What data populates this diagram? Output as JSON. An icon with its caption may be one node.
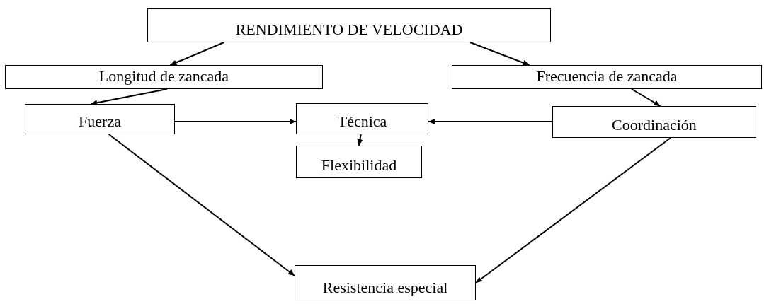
{
  "diagram": {
    "nodes": [
      {
        "text": [
          "RENDIMIENTO DE VELOCIDAD"
        ]
      },
      {
        "text": [
          "Longitud de zancada"
        ]
      },
      {
        "text": [
          "Frecuencia de zancada"
        ]
      },
      {
        "text": [
          "Fuerza"
        ]
      },
      {
        "text": [
          "Técnica"
        ]
      },
      {
        "text": [
          "Coordinación"
        ]
      },
      {
        "text": [
          "Flexibilidad"
        ]
      },
      {
        "text": [
          "Resistencia especial"
        ]
      }
    ],
    "edges": [
      {
        "from": 0,
        "to": 1,
        "arrow": "to"
      },
      {
        "from": 0,
        "to": 2,
        "arrow": "to"
      },
      {
        "from": 1,
        "to": 3,
        "arrow": "to"
      },
      {
        "from": 2,
        "to": 5,
        "arrow": "to"
      },
      {
        "from": 3,
        "to": 4,
        "arrow": "to"
      },
      {
        "from": 5,
        "to": 4,
        "arrow": "to"
      },
      {
        "from": 4,
        "to": 6,
        "arrow": "to"
      },
      {
        "from": 3,
        "to": 7,
        "arrow": "to"
      },
      {
        "from": 5,
        "to": 7,
        "arrow": "to"
      }
    ]
  }
}
